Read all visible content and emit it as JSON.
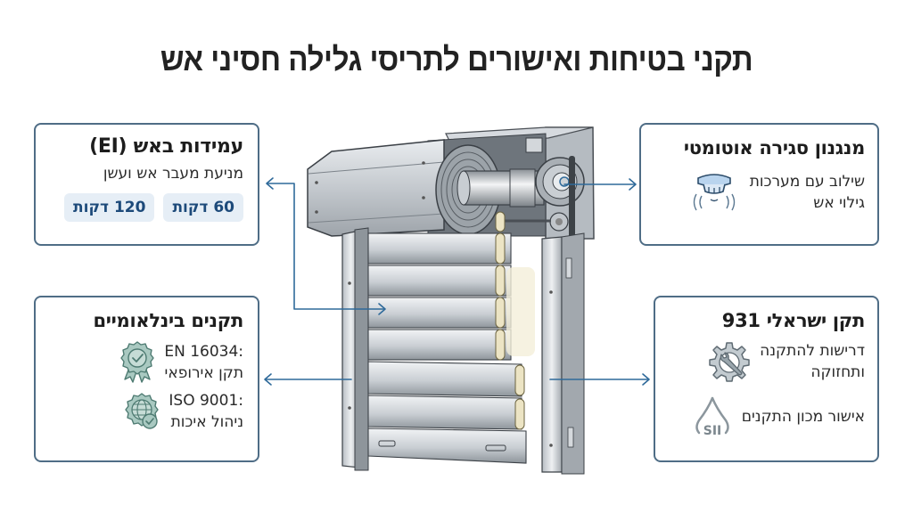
{
  "title": "תקני בטיחות ואישורים לתריסי גלילה חסיני אש",
  "colors": {
    "card_border": "#4f6d86",
    "connector": "#2f6a9a",
    "badge_bg": "#e6eef6",
    "badge_text": "#1d4a7a",
    "icon_teal": "#a9c9c1",
    "icon_teal_stroke": "#4e7b72",
    "icon_blue": "#b9d4ee",
    "icon_gray": "#9aa6ad"
  },
  "cards": {
    "fire_resistance": {
      "heading": "עמידות באש (EI)",
      "subtitle": "מניעת מעבר אש ועשן",
      "badges": [
        "60 דקות",
        "120 דקות"
      ]
    },
    "auto_closing": {
      "heading": "מנגנון סגירה אוטומטי",
      "line1": "שילוב עם מערכות",
      "line2": "גילוי אש",
      "icon": "smoke-detector-icon"
    },
    "international": {
      "heading": "תקנים בינלאומיים",
      "items": [
        {
          "line1": "EN 16034:",
          "line2": "תקן אירופאי",
          "icon": "award-ribbon-check-icon"
        },
        {
          "line1": "ISO 9001:",
          "line2": "ניהול איכות",
          "icon": "globe-badge-check-icon"
        }
      ]
    },
    "israeli": {
      "heading": "תקן ישראלי 931",
      "items": [
        {
          "line1": "דרישות להתקנה",
          "line2": "ותחזוקה",
          "icon": "gear-wrench-icon"
        },
        {
          "line1": "אישור מכון התקנים",
          "line2": "",
          "icon": "sii-logo-icon"
        }
      ],
      "sii_label": "SII"
    }
  },
  "illustration": {
    "subject": "fire-rated-roller-shutter-cutaway",
    "parts": [
      "housing-box",
      "roller-coil",
      "motor-drive",
      "guide-rails",
      "slats",
      "bottom-bar"
    ]
  }
}
